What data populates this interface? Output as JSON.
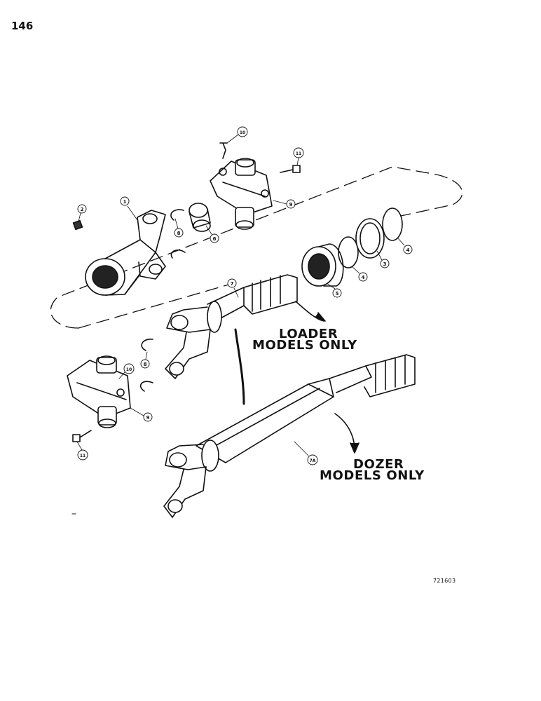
{
  "page_number": "146",
  "drawing_number": "721603",
  "captions": {
    "loader": [
      "LOADER",
      "MODELS ONLY"
    ],
    "dozer": [
      "DOZER",
      "MODELS ONLY"
    ]
  },
  "callouts": {
    "c1": "1",
    "c2": "2",
    "c3": "3",
    "c4a": "4",
    "c4b": "4",
    "c5": "5",
    "c6": "6",
    "c7": "7",
    "c7a": "7A",
    "c8a": "8",
    "c8b": "8",
    "c9a": "9",
    "c9b": "9",
    "c10a": "10",
    "c10b": "10",
    "c11a": "11",
    "c11b": "11"
  }
}
